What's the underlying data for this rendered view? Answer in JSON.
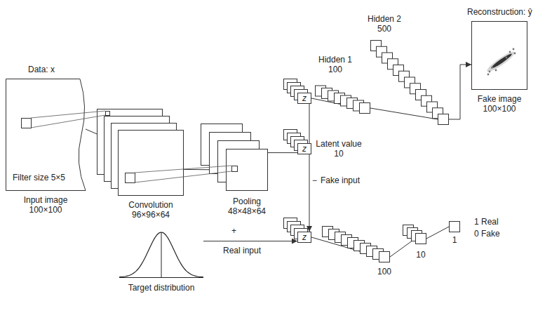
{
  "diagram": {
    "nodes": [
      {
        "text": [
          "Data: x",
          "Filter size 5×5",
          "Input image 100×100"
        ]
      },
      {
        "text": [
          "Convolution 96×96×64"
        ]
      },
      {
        "text": [
          "Pooling 48×48×64"
        ]
      },
      {
        "text": [
          "z",
          "Latent value 10"
        ]
      },
      {
        "text": [
          "z"
        ]
      },
      {
        "text": [
          "Hidden 1 100"
        ]
      },
      {
        "text": [
          "Hidden 2 500"
        ]
      },
      {
        "text": [
          "Reconstruction: ŷ",
          "Fake image 100×100"
        ]
      },
      {
        "text": [
          "Target distribution"
        ]
      },
      {
        "text": [
          "z"
        ]
      },
      {
        "text": [
          "100"
        ]
      },
      {
        "text": [
          "10"
        ]
      },
      {
        "text": [
          "1"
        ]
      }
    ],
    "edges": [
      {
        "from": 0,
        "to": 1,
        "arrow": "none"
      },
      {
        "from": 1,
        "to": 2,
        "arrow": "none"
      },
      {
        "from": 2,
        "to": 3,
        "arrow": "none"
      },
      {
        "from": 3,
        "to": 4,
        "arrow": "none"
      },
      {
        "from": 4,
        "to": 5,
        "arrow": "none"
      },
      {
        "from": 5,
        "to": 6,
        "arrow": "none"
      },
      {
        "from": 6,
        "to": 7,
        "arrow": "to"
      },
      {
        "from": 3,
        "to": 9,
        "arrow": "to",
        "label": "Fake input"
      },
      {
        "from": 8,
        "to": 9,
        "arrow": "to",
        "label": "Real input"
      },
      {
        "from": 9,
        "to": 10,
        "arrow": "none"
      },
      {
        "from": 10,
        "to": 11,
        "arrow": "none"
      },
      {
        "from": 11,
        "to": 12,
        "arrow": "none"
      }
    ],
    "labels": [
      "−",
      "+",
      "1 Real",
      "0 Fake"
    ]
  }
}
